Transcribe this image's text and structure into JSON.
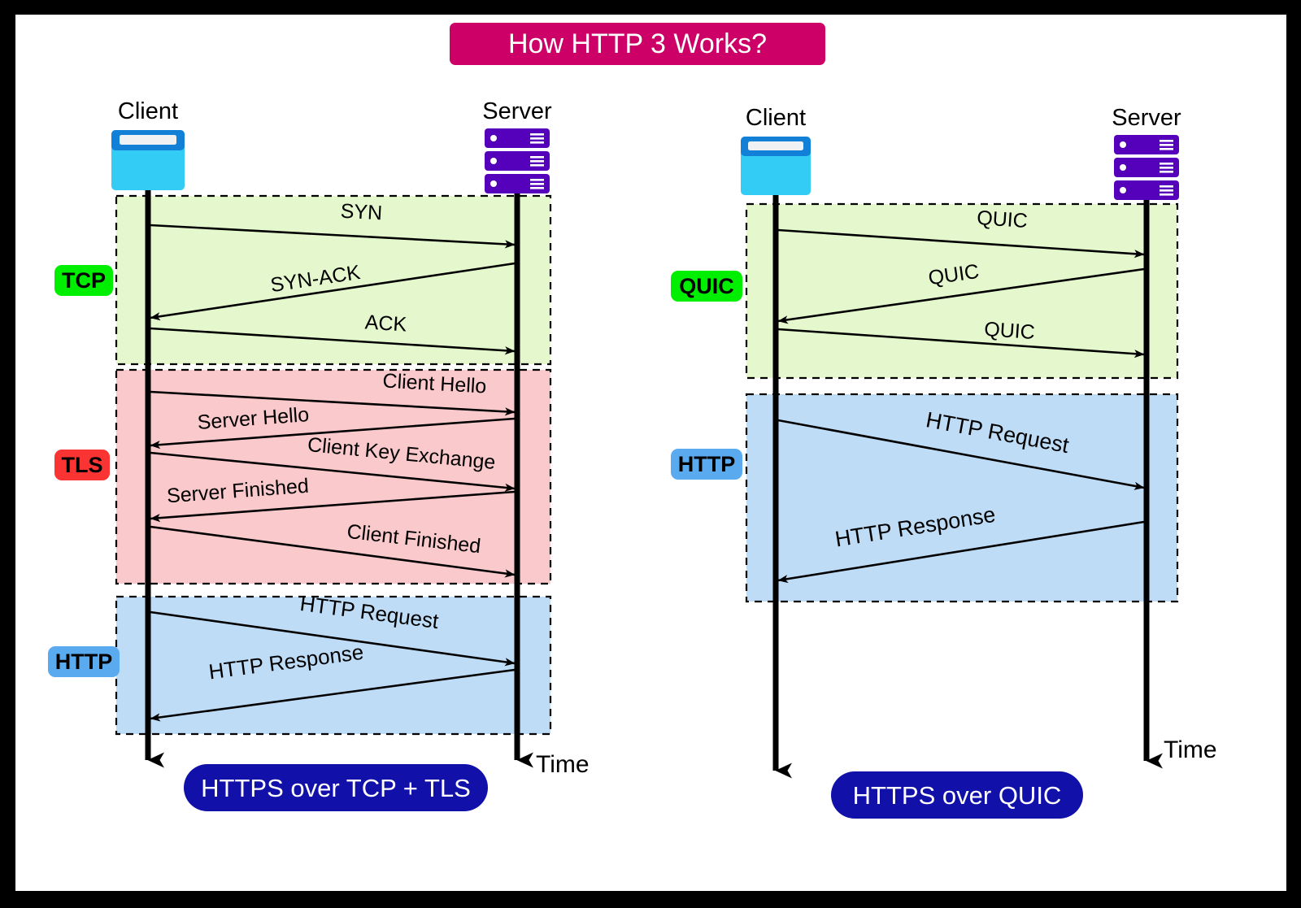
{
  "title": {
    "text": "How HTTP 3 Works?",
    "bg": "#cc0066",
    "color": "#ffffff"
  },
  "colors": {
    "background": "#ffffff",
    "border": "#000000",
    "client_icon_body": "#33ccf5",
    "client_icon_bar": "#1380d8",
    "client_icon_field": "#eff1f3",
    "server_icon": "#5500bb",
    "green_zone": "#e4f7cd",
    "pink_zone": "#fac9cb",
    "blue_zone": "#bfdcf7",
    "badge_tcp": "#00ee00",
    "badge_quic": "#00ee00",
    "badge_tls": "#fa3333",
    "badge_http": "#5aaaf0",
    "footer_pill": "#1111aa",
    "footer_text": "#ffffff",
    "line": "#000000"
  },
  "diagrams": [
    {
      "id": "https-over-tcp-tls",
      "client_label": "Client",
      "server_label": "Server",
      "time_label": "Time",
      "footer_label": "HTTPS over TCP + TLS",
      "sections": [
        {
          "badge": "TCP",
          "badge_color": "#00ee00",
          "zone_color": "#e4f7cd",
          "messages": [
            {
              "label": "SYN",
              "direction": "right"
            },
            {
              "label": "SYN-ACK",
              "direction": "left"
            },
            {
              "label": "ACK",
              "direction": "right"
            }
          ]
        },
        {
          "badge": "TLS",
          "badge_color": "#fa3333",
          "zone_color": "#fac9cb",
          "messages": [
            {
              "label": "Client Hello",
              "direction": "right"
            },
            {
              "label": "Server Hello",
              "direction": "left"
            },
            {
              "label": "Client Key Exchange",
              "direction": "right"
            },
            {
              "label": "Server Finished",
              "direction": "left"
            },
            {
              "label": "Client Finished",
              "direction": "right"
            }
          ]
        },
        {
          "badge": "HTTP",
          "badge_color": "#5aaaf0",
          "zone_color": "#bfdcf7",
          "messages": [
            {
              "label": "HTTP Request",
              "direction": "right"
            },
            {
              "label": "HTTP Response",
              "direction": "left"
            }
          ]
        }
      ]
    },
    {
      "id": "https-over-quic",
      "client_label": "Client",
      "server_label": "Server",
      "time_label": "Time",
      "footer_label": "HTTPS over QUIC",
      "sections": [
        {
          "badge": "QUIC",
          "badge_color": "#00ee00",
          "zone_color": "#e4f7cd",
          "messages": [
            {
              "label": "QUIC",
              "direction": "right"
            },
            {
              "label": "QUIC",
              "direction": "left"
            },
            {
              "label": "QUIC",
              "direction": "right"
            }
          ]
        },
        {
          "badge": "HTTP",
          "badge_color": "#5aaaf0",
          "zone_color": "#bfdcf7",
          "messages": [
            {
              "label": "HTTP Request",
              "direction": "right"
            },
            {
              "label": "HTTP Response",
              "direction": "left"
            }
          ]
        }
      ]
    }
  ]
}
